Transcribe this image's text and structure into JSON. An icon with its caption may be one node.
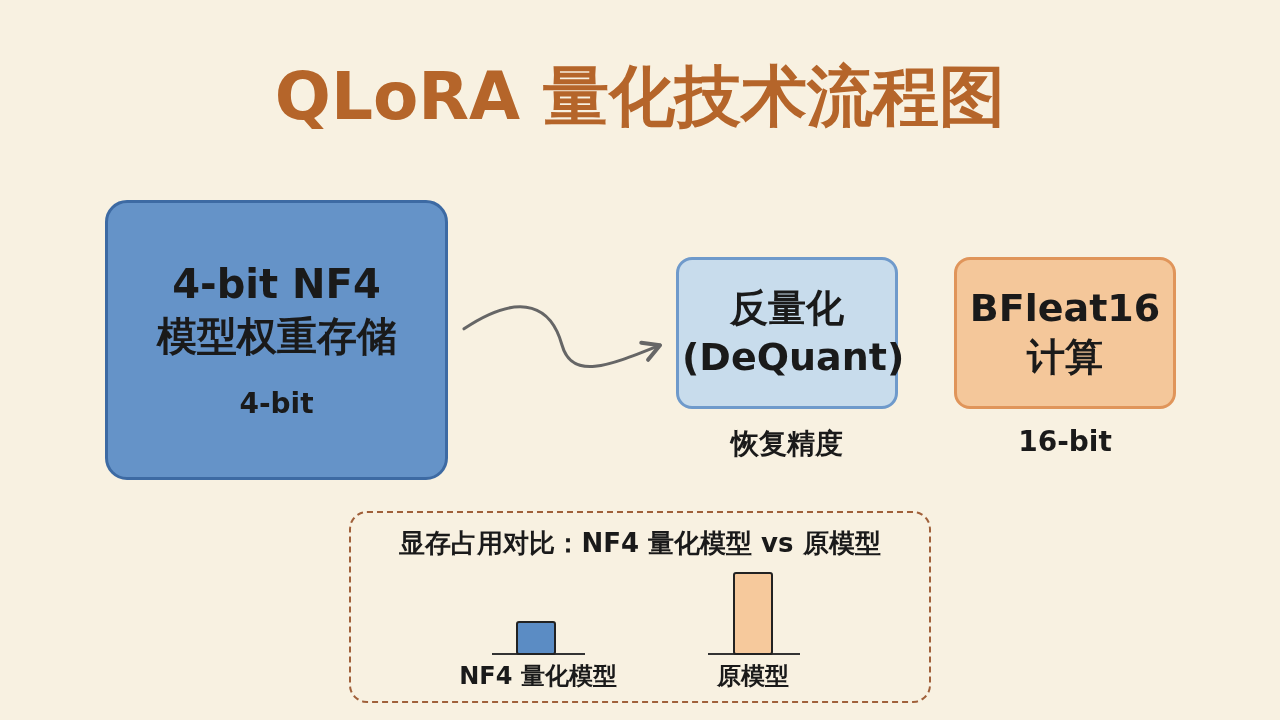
{
  "diagram": {
    "title": "QLoRA 量化技术流程图",
    "nodes": [
      {
        "text": [
          "4-bit NF4 模型权重存储",
          "4-bit"
        ]
      },
      {
        "text": [
          "反量化 (DeQuant)"
        ],
        "beside": [
          "恢复精度"
        ]
      },
      {
        "text": [
          "BFleat16 计算"
        ],
        "beside": [
          "16-bit"
        ]
      },
      {
        "text": [
          "显存占用对比：NF4 量化模型 vs 原模型"
        ]
      }
    ],
    "edges": [
      {
        "from": 0,
        "to": 1,
        "arrow": "to"
      }
    ],
    "labels": [
      "NF4 量化模型",
      "原模型"
    ]
  }
}
